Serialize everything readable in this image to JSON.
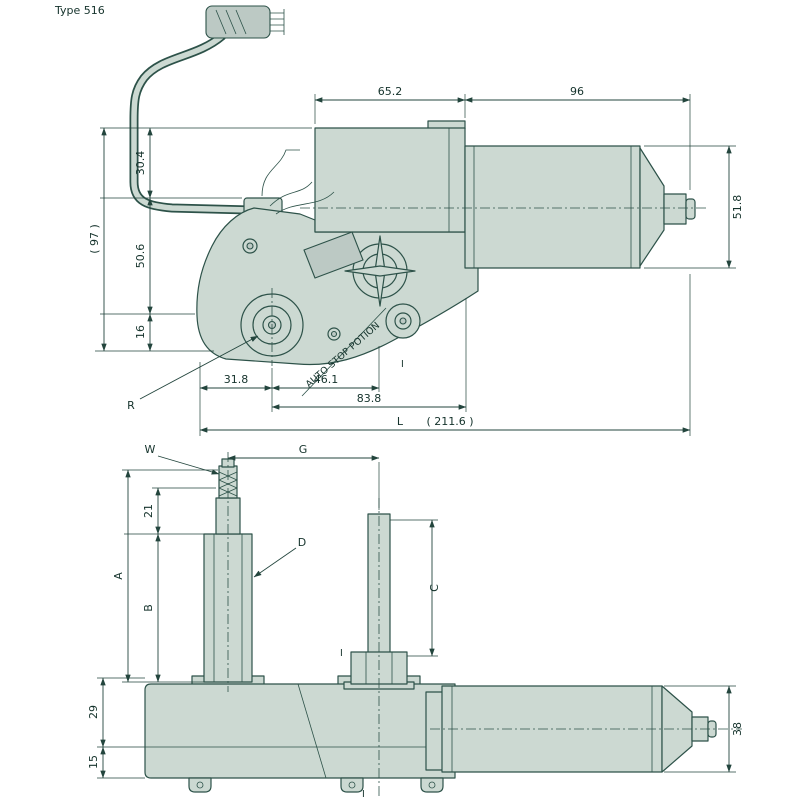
{
  "meta": {
    "title": "Type 516"
  },
  "colors": {
    "background": "#ffffff",
    "body_fill": "#ccd9d2",
    "body_dark": "#bcc9c4",
    "outline": "#2d5249",
    "dimension": "#23453d",
    "text": "#14322b"
  },
  "top_view": {
    "dims": {
      "d65": "65.2",
      "d96": "96",
      "d304": "30.4",
      "d97": "( 97 )",
      "d506": "50.6",
      "d16": "16",
      "d518": "51.8",
      "d318": "31.8",
      "d461": "46.1",
      "d838": "83.8",
      "dL": "L",
      "d2116": "( 211.6 )"
    },
    "r_label": "R",
    "auto_stop_label": "AUTO STOP POTION",
    "section_mark": "I"
  },
  "bottom_view": {
    "dims": {
      "w": "W",
      "g": "G",
      "d21": "21",
      "a": "A",
      "b": "B",
      "c": "C",
      "d": "D",
      "d29": "29",
      "d15": "15",
      "d38": "38"
    },
    "section_mark_1": "I",
    "section_mark_2": "I"
  }
}
